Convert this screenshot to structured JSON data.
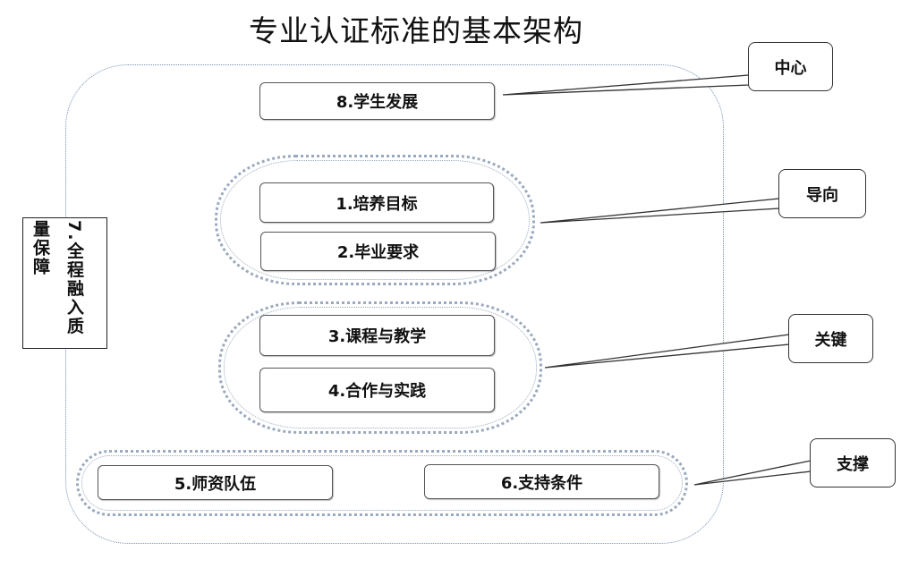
{
  "title": "专业认证标准的基本架构",
  "nodes": {
    "n8": "8.学生发展",
    "n1": "1.培养目标",
    "n2": "2.毕业要求",
    "n3": "3.课程与教学",
    "n4": "4.合作与实践",
    "n5": "5.师资队伍",
    "n6": "6.支持条件"
  },
  "side": {
    "col_left": "量保障",
    "col_right": "7.全程融入质"
  },
  "callouts": {
    "center": "中心",
    "guide": "导向",
    "key": "关键",
    "support": "支撑"
  }
}
